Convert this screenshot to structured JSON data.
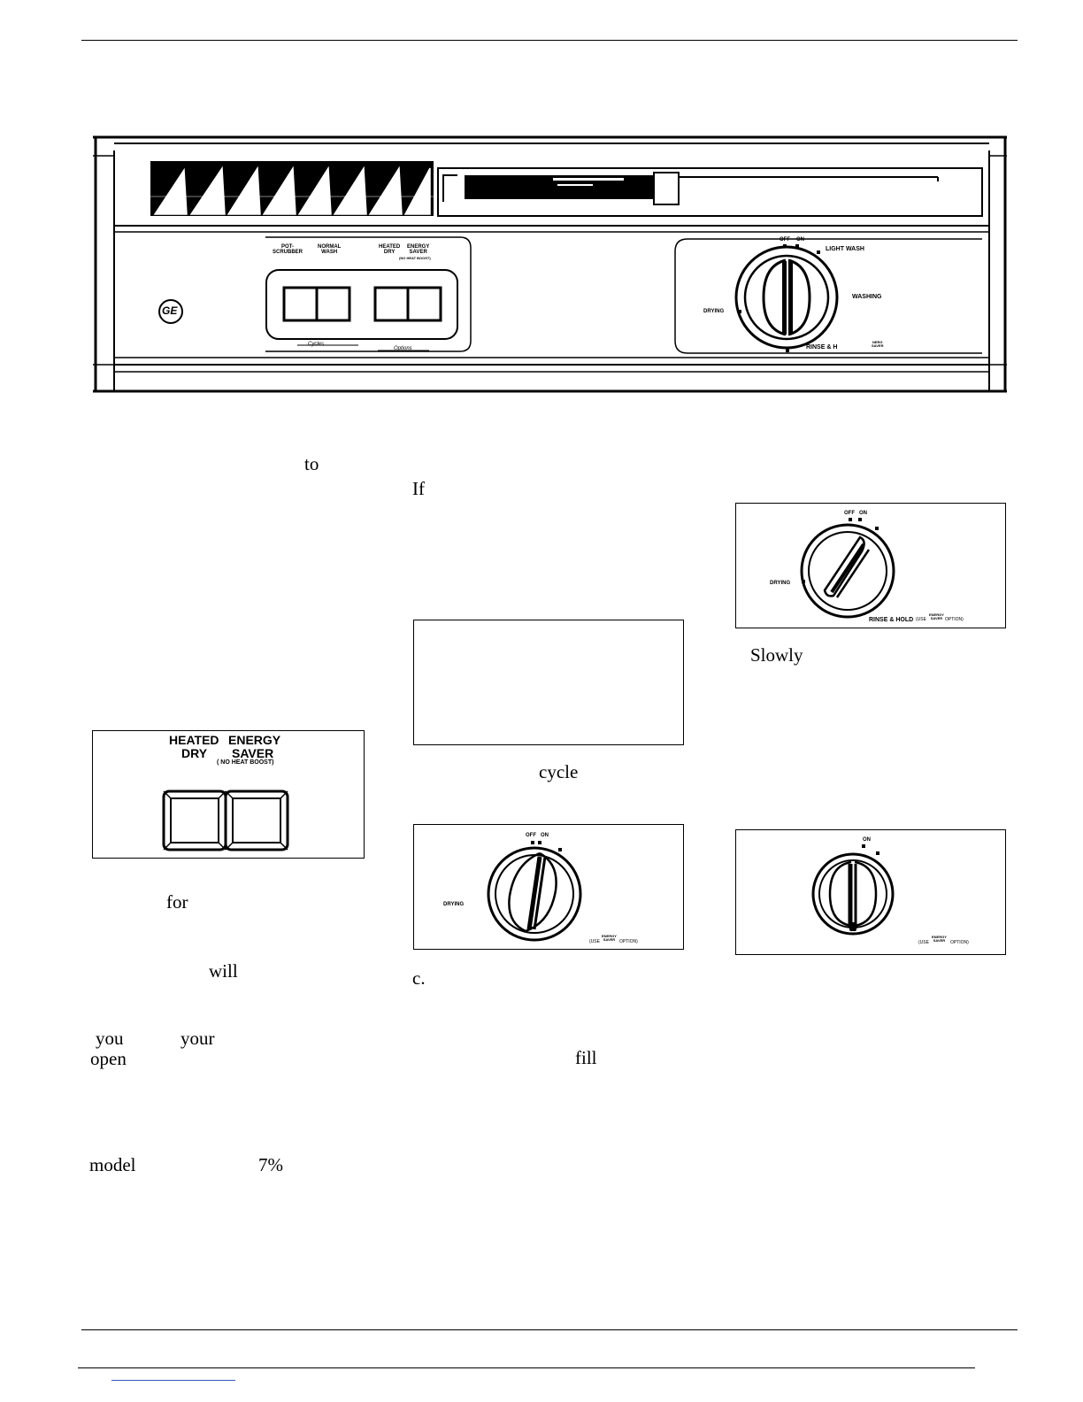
{
  "panel": {
    "logo": "GE",
    "button_labels": {
      "pot_scrubber": [
        "POT-",
        "SCRUBBER"
      ],
      "normal_wash": [
        "NORMAL",
        "WASH"
      ],
      "heated_dry": [
        "HEATED",
        "DRY"
      ],
      "energy_saver": [
        "ENERGY",
        "SAVER"
      ],
      "no_heat_boost": "(NO HEAT BOOST)"
    },
    "group_labels": {
      "cycles": "Cycles",
      "options": "Options"
    },
    "dial": {
      "off": "OFF",
      "on": "ON",
      "light_wash": "LIGHT WASH",
      "washing": "WASHING",
      "drying": "DRYING",
      "rinse_hold": "RINSE & H",
      "energy_saver": [
        "NERG",
        "SAVER"
      ]
    }
  },
  "text_fragments": {
    "to": "to",
    "if": "If",
    "slowly": "Slowly",
    "cycle": "cycle",
    "for": "for",
    "will": "will",
    "c": "c.",
    "you": "you",
    "your": "your",
    "open": "open",
    "fill": "fill",
    "model": "model",
    "percent": "7%"
  },
  "fig_options": {
    "heated": "HEATED",
    "dry": "DRY",
    "energy": "ENERGY",
    "saver": "SAVER",
    "no_heat_boost": "( NO HEAT BOOST)"
  },
  "fig_dial_rinse": {
    "off": "OFF",
    "on": "ON",
    "drying": "DRYING",
    "rinse_hold": "RINSE & HOLD",
    "use": "(USE",
    "energy": "ENERGY",
    "saver": "SAVER",
    "option": "OPTION)"
  },
  "fig_dial_drying": {
    "off": "OFF",
    "on": "ON",
    "drying": "DRYING",
    "use": "(USE",
    "energy": "ENERGY",
    "saver": "SAVER",
    "option": "OPTION)"
  },
  "fig_dial_on": {
    "on": "ON",
    "use": "(USE",
    "energy": "ENERGY",
    "saver": "SAVER",
    "option": "OPTION)"
  }
}
